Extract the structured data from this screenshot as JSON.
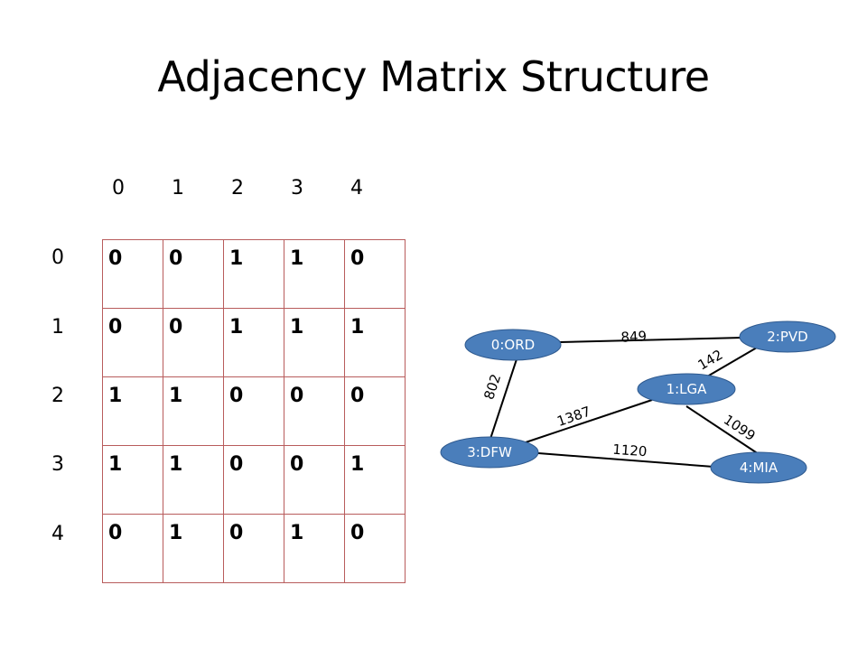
{
  "title": "Adjacency Matrix Structure",
  "matrix": {
    "col_labels": [
      "0",
      "1",
      "2",
      "3",
      "4"
    ],
    "row_labels": [
      "0",
      "1",
      "2",
      "3",
      "4"
    ],
    "rows": [
      [
        "0",
        "0",
        "1",
        "1",
        "0"
      ],
      [
        "0",
        "0",
        "1",
        "1",
        "1"
      ],
      [
        "1",
        "1",
        "0",
        "0",
        "0"
      ],
      [
        "1",
        "1",
        "0",
        "0",
        "1"
      ],
      [
        "0",
        "1",
        "0",
        "1",
        "0"
      ]
    ]
  },
  "graph": {
    "nodes": [
      {
        "id": "ord",
        "label": "0:ORD"
      },
      {
        "id": "lga",
        "label": "1:LGA"
      },
      {
        "id": "pvd",
        "label": "2:PVD"
      },
      {
        "id": "dfw",
        "label": "3:DFW"
      },
      {
        "id": "mia",
        "label": "4:MIA"
      }
    ],
    "edges": [
      {
        "from": "ord",
        "to": "pvd",
        "weight": "849"
      },
      {
        "from": "lga",
        "to": "pvd",
        "weight": "142"
      },
      {
        "from": "ord",
        "to": "dfw",
        "weight": "802"
      },
      {
        "from": "dfw",
        "to": "lga",
        "weight": "1387"
      },
      {
        "from": "lga",
        "to": "mia",
        "weight": "1099"
      },
      {
        "from": "dfw",
        "to": "mia",
        "weight": "1120"
      }
    ],
    "node_color": "#4a7ebb",
    "edge_color": "#000000"
  },
  "colors": {
    "grid_border": "#b85c5c"
  }
}
